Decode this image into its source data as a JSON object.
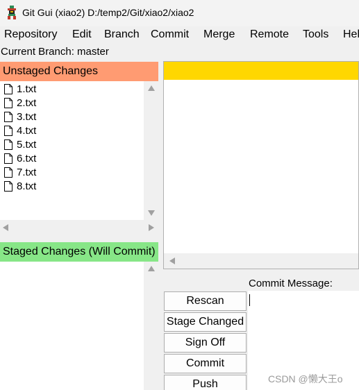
{
  "window": {
    "title": "Git Gui (xiao2) D:/temp2/Git/xiao2/xiao2",
    "icon": "git-gui-app-icon"
  },
  "menu": [
    "Repository",
    "Edit",
    "Branch",
    "Commit",
    "Merge",
    "Remote",
    "Tools",
    "Help"
  ],
  "current_branch": "Current Branch: master",
  "unstaged": {
    "header": "Unstaged Changes",
    "files": [
      "1.txt",
      "2.txt",
      "3.txt",
      "4.txt",
      "5.txt",
      "6.txt",
      "7.txt",
      "8.txt"
    ]
  },
  "staged": {
    "header": "Staged Changes (Will Commit)",
    "files": []
  },
  "commit": {
    "label": "Commit Message:",
    "message": "",
    "buttons": [
      "Rescan",
      "Stage Changed",
      "Sign Off",
      "Commit",
      "Push"
    ]
  },
  "watermark": "CSDN @懒大王o",
  "colors": {
    "unstaged_header": "#ff9b72",
    "staged_header": "#87e687",
    "diff_header": "#ffd700"
  }
}
